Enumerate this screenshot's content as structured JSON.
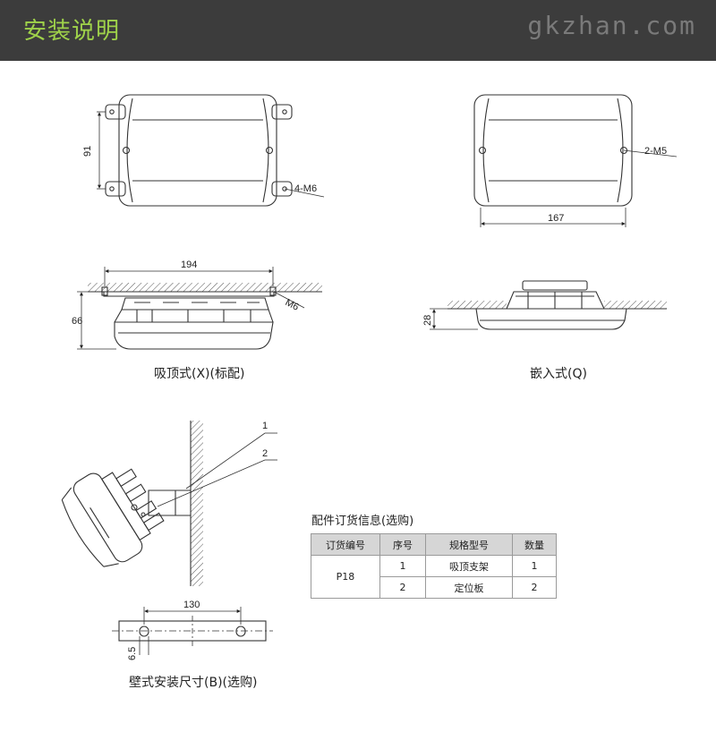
{
  "header": {
    "title": "安装说明",
    "watermark": "gkzhan.com"
  },
  "diagram": {
    "dims": {
      "d91": "91",
      "m6_4": "4-M6",
      "m5_2": "2-M5",
      "d167": "167",
      "d194": "194",
      "m6": "M6",
      "d66": "66",
      "d28": "28",
      "d130": "130",
      "d65": "6.5",
      "p1": "1",
      "p2": "2"
    },
    "captions": {
      "ceiling": "吸顶式(X)(标配)",
      "recessed": "嵌入式(Q)",
      "wall": "壁式安装尺寸(B)(选购)"
    }
  },
  "accessories": {
    "title": "配件订货信息(选购)",
    "headers": [
      "订货编号",
      "序号",
      "规格型号",
      "数量"
    ],
    "order_no": "P18",
    "rows": [
      {
        "seq": "1",
        "model": "吸顶支架",
        "qty": "1"
      },
      {
        "seq": "2",
        "model": "定位板",
        "qty": "2"
      }
    ]
  }
}
